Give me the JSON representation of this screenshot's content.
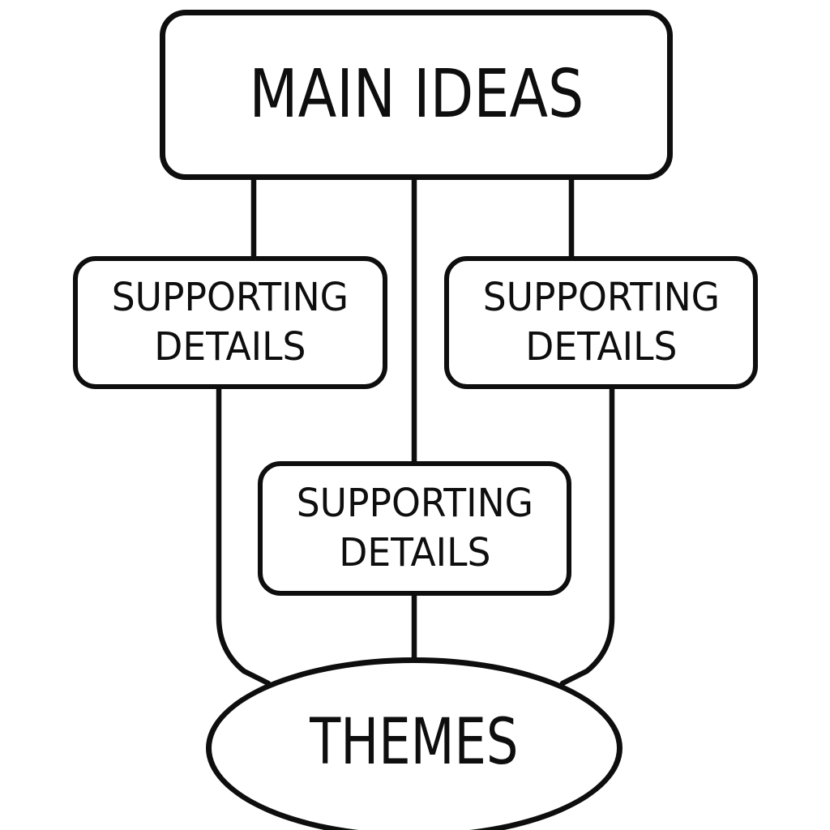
{
  "diagram": {
    "colors": {
      "ink": "#0e0e0e",
      "paper": "#ffffff"
    },
    "nodes": {
      "main_ideas": {
        "label": "MAIN IDEAS",
        "shape": "rounded-rectangle"
      },
      "supporting_left": {
        "label": "SUPPORTING\nDETAILS",
        "shape": "rounded-rectangle"
      },
      "supporting_right": {
        "label": "SUPPORTING\nDETAILS",
        "shape": "rounded-rectangle"
      },
      "supporting_center": {
        "label": "SUPPORTING\nDETAILS",
        "shape": "rounded-rectangle"
      },
      "themes": {
        "label": "THEMES",
        "shape": "ellipse"
      }
    },
    "edges": [
      {
        "from": "main_ideas",
        "to": "supporting_left"
      },
      {
        "from": "main_ideas",
        "to": "supporting_center"
      },
      {
        "from": "main_ideas",
        "to": "supporting_right"
      },
      {
        "from": "supporting_left",
        "to": "themes"
      },
      {
        "from": "supporting_center",
        "to": "themes"
      },
      {
        "from": "supporting_right",
        "to": "themes"
      }
    ]
  }
}
